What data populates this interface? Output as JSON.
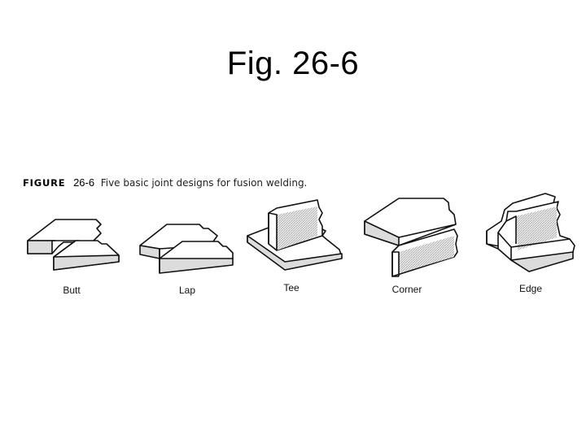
{
  "title": "Fig. 26-6",
  "caption": {
    "figure_word": "FIGURE",
    "figure_number": "26-6",
    "text": "Five basic joint designs for fusion welding."
  },
  "joints": [
    {
      "label": "Butt"
    },
    {
      "label": "Lap"
    },
    {
      "label": "Tee"
    },
    {
      "label": "Corner"
    },
    {
      "label": "Edge"
    }
  ],
  "colors": {
    "line": "#111111",
    "plate_top": "#ffffff",
    "plate_edge": "#d9d9d9",
    "hatch": "#b5b5b5"
  }
}
